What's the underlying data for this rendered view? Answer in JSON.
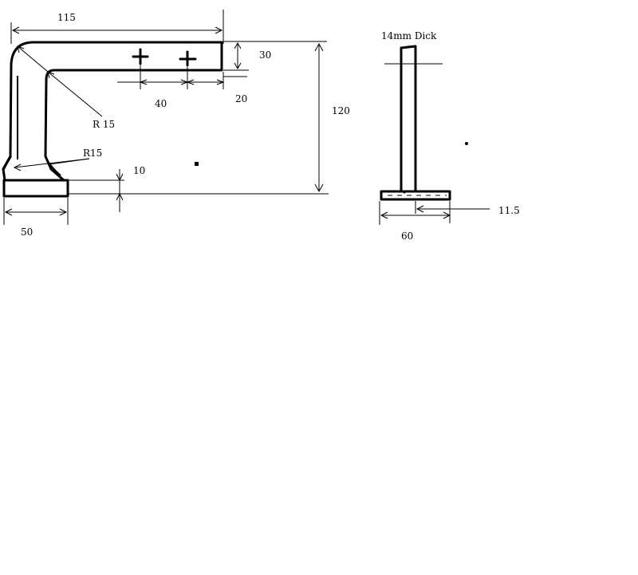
{
  "side_view": {
    "dim_total_width": "115",
    "dim_height": "120",
    "dim_arm_thickness": "30",
    "dim_hole_spacing": "40",
    "dim_hole_edge": "20",
    "dim_inner_radius": "R 15",
    "dim_foot_radius": "R15",
    "dim_foot_height": "10",
    "dim_foot_width": "50"
  },
  "end_view": {
    "label_thickness": "14mm Dick",
    "dim_offset": "11.5",
    "dim_base_width": "60"
  }
}
